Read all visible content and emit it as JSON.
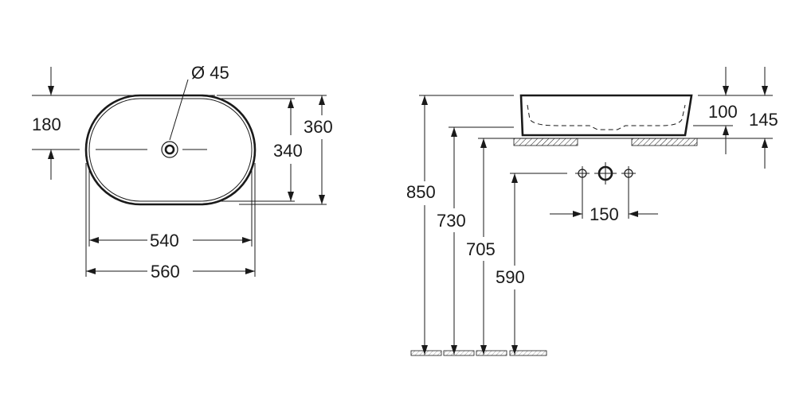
{
  "dimensions": {
    "drain_diameter": "Ø 45",
    "drain_offset": "180",
    "outer_depth": "360",
    "inner_depth": "340",
    "inner_width": "540",
    "outer_width": "560",
    "inner_height": "100",
    "total_height": "145",
    "height_850": "850",
    "height_730": "730",
    "height_705": "705",
    "height_590": "590",
    "tap_spacing": "150"
  },
  "colors": {
    "line": "#1a1a1a",
    "background": "#ffffff"
  }
}
